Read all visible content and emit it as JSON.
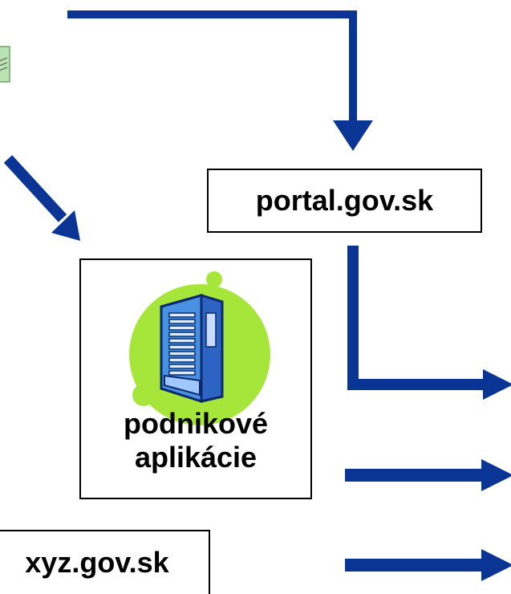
{
  "diagram": {
    "nodes": {
      "portal": {
        "label": "portal.gov.sk"
      },
      "enterprise_apps": {
        "label_line1": "podnikové",
        "label_line2": "aplikácie",
        "icon": "server-rack-icon"
      },
      "xyz": {
        "label": "xyz.gov.sk"
      }
    },
    "colors": {
      "arrow": "#0b3594",
      "server_blob": "#a6e63a",
      "server_body": "#4a90e2",
      "document_icon": "#b9e3b0",
      "box_border": "#000000"
    }
  }
}
